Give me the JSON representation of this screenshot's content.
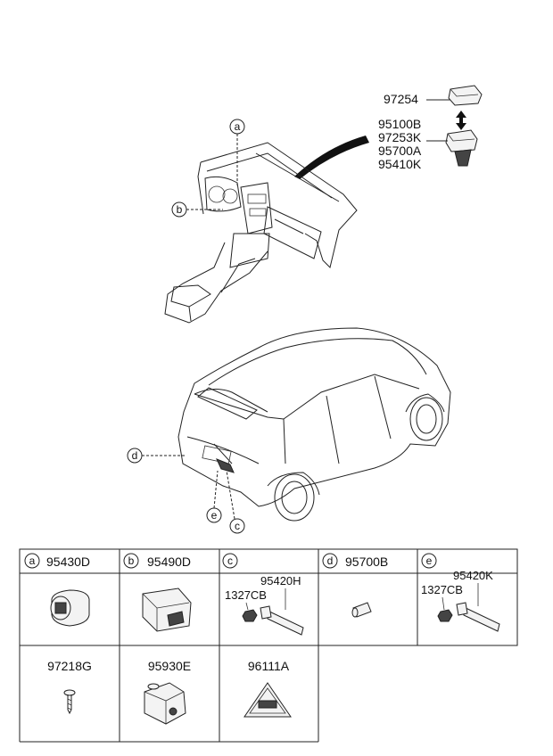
{
  "top_parts": {
    "upper_label": "97254",
    "lower_labels": [
      "95100B",
      "97253K",
      "95700A",
      "95410K"
    ]
  },
  "callouts": {
    "a": "a",
    "b": "b",
    "c": "c",
    "d": "d",
    "e": "e"
  },
  "table": {
    "row1": [
      {
        "letter": "a",
        "part": "95430D"
      },
      {
        "letter": "b",
        "part": "95490D"
      },
      {
        "letter": "c",
        "part": "",
        "sub_parts": [
          "95420H",
          "1327CB"
        ]
      },
      {
        "letter": "d",
        "part": "95700B"
      },
      {
        "letter": "e",
        "part": "",
        "sub_parts": [
          "95420K",
          "1327CB"
        ]
      }
    ],
    "row2": [
      {
        "part": "97218G"
      },
      {
        "part": "95930E"
      },
      {
        "part": "96111A"
      }
    ]
  }
}
